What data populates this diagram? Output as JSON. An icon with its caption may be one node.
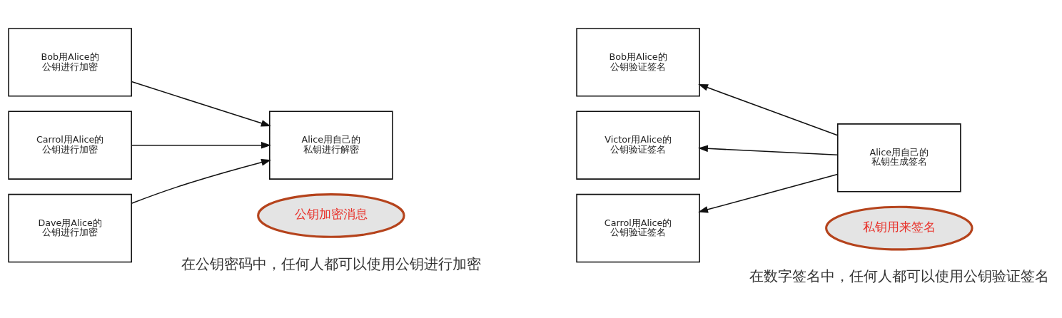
{
  "diagram": {
    "nodes": [
      {
        "text": [
          "Bob用Alice的公钥进行加密"
        ]
      },
      {
        "text": [
          "Carrol用Alice的公钥进行加密"
        ]
      },
      {
        "text": [
          "Dave用Alice的公钥进行加密"
        ]
      },
      {
        "text": [
          "Alice用自己的私钥进行解密"
        ]
      },
      {
        "text": [
          "公钥加密消息"
        ]
      },
      {
        "text": [
          "Bob用Alice的公钥验证签名"
        ]
      },
      {
        "text": [
          "Victor用Alice的公钥验证签名"
        ]
      },
      {
        "text": [
          "Carrol用Alice的公钥验证签名"
        ]
      },
      {
        "text": [
          "Alice用自己的私钥生成签名"
        ]
      },
      {
        "text": [
          "私钥用来签名"
        ]
      }
    ],
    "edges": [
      {
        "from": 0,
        "to": 3,
        "arrow": "to"
      },
      {
        "from": 1,
        "to": 3,
        "arrow": "to"
      },
      {
        "from": 2,
        "to": 3,
        "arrow": "to"
      },
      {
        "from": 8,
        "to": 5,
        "arrow": "to"
      },
      {
        "from": 8,
        "to": 6,
        "arrow": "to"
      },
      {
        "from": 8,
        "to": 7,
        "arrow": "to"
      }
    ],
    "labels": [
      "在公钥密码中，任何人都可以使用公钥进行加密",
      "在数字签名中，任何人都可以使用公钥验证签名"
    ]
  }
}
